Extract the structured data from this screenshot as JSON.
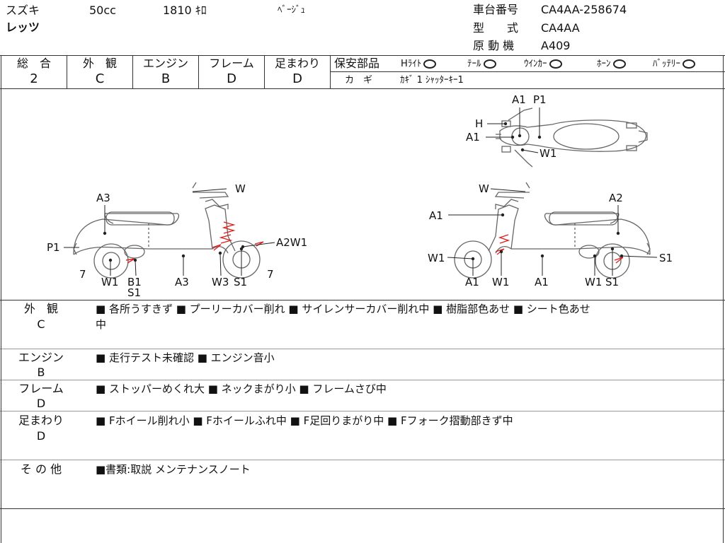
{
  "header": {
    "maker": "スズキ",
    "displacement": "50cc",
    "mileage": "1810 ｷﾛ",
    "color": "ﾍﾞｰｼﾞｭ",
    "model_name": "レッツ",
    "frame_label": "車台番号",
    "frame_value": "CA4AA-258674",
    "type_label": "型　　式",
    "type_value": "CA4AA",
    "engine_label": "原 動 機",
    "engine_value": "A409"
  },
  "grades": [
    {
      "label": "総　合",
      "value": "2"
    },
    {
      "label": "外　観",
      "value": "C"
    },
    {
      "label": "エンジン",
      "value": "B"
    },
    {
      "label": "フレーム",
      "value": "D"
    },
    {
      "label": "足まわり",
      "value": "D"
    }
  ],
  "safety": {
    "label": "保安部品",
    "items": [
      "Hﾗｲﾄ",
      "ﾃｰﾙ",
      "ｳｲﾝｶｰ",
      "ﾎｰﾝ",
      "ﾊﾞｯﾃﾘｰ"
    ],
    "key_label": "カ　ギ",
    "key_value": "ｶｷﾞ 1 ｼｬｯﾀｰｷｰ1"
  },
  "diagram_labels": {
    "top": [
      "A1",
      "P1",
      "H",
      "A1",
      "W1"
    ],
    "left": [
      "W",
      "A3",
      "P1",
      "7",
      "A2W1",
      "7",
      "W1",
      "B1",
      "S1",
      "A3",
      "W3",
      "S1"
    ],
    "right": [
      "W",
      "A2",
      "A1",
      "W1",
      "S1",
      "A1",
      "W1",
      "A1",
      "W1",
      "S1"
    ]
  },
  "notes": [
    {
      "label": "外　観",
      "grade": "C",
      "text": "■ 各所うすきず ■ プーリーカバー削れ ■ サイレンサーカバー削れ中 ■ 樹脂部色あせ ■ シート色あせ",
      "text2": "中"
    },
    {
      "label": "エンジン",
      "grade": "B",
      "text": "■ 走行テスト未確認 ■ エンジン音小"
    },
    {
      "label": "フレーム",
      "grade": "D",
      "text": "■ ストッパーめくれ大 ■ ネックまがり小 ■ フレームさび中"
    },
    {
      "label": "足まわり",
      "grade": "D",
      "text": "■ Fホイール削れ小 ■ Fホイールふれ中 ■ F足回りまがり中 ■ Fフォーク摺動部きず中"
    },
    {
      "label": "そ の 他",
      "text": "■書類:取説 メンテナンスノート"
    }
  ]
}
